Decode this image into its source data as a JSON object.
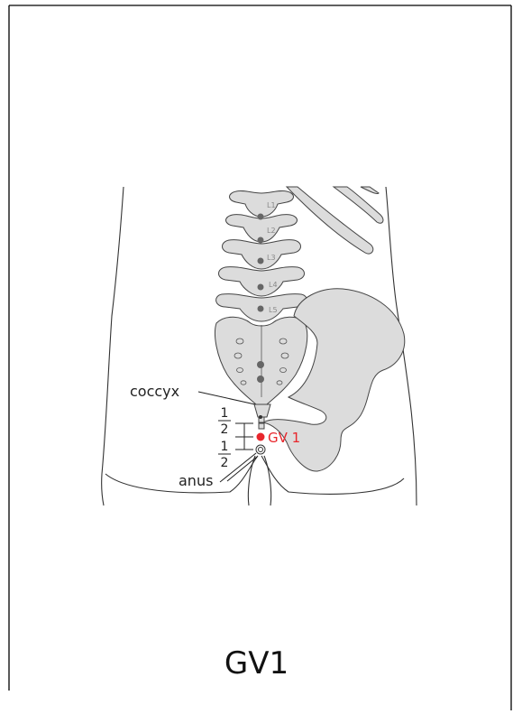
{
  "title": "GV1",
  "labels": {
    "coccyx": "coccyx",
    "anus": "anus",
    "point": "GV 1"
  },
  "fractions": [
    {
      "numerator": "1",
      "denominator": "2"
    },
    {
      "numerator": "1",
      "denominator": "2"
    }
  ],
  "vertebrae": [
    "L1",
    "L2",
    "L3",
    "L4",
    "L5"
  ],
  "colors": {
    "point": "#e8262c",
    "bone_fill": "#dcdcdc",
    "outline": "#333333"
  }
}
